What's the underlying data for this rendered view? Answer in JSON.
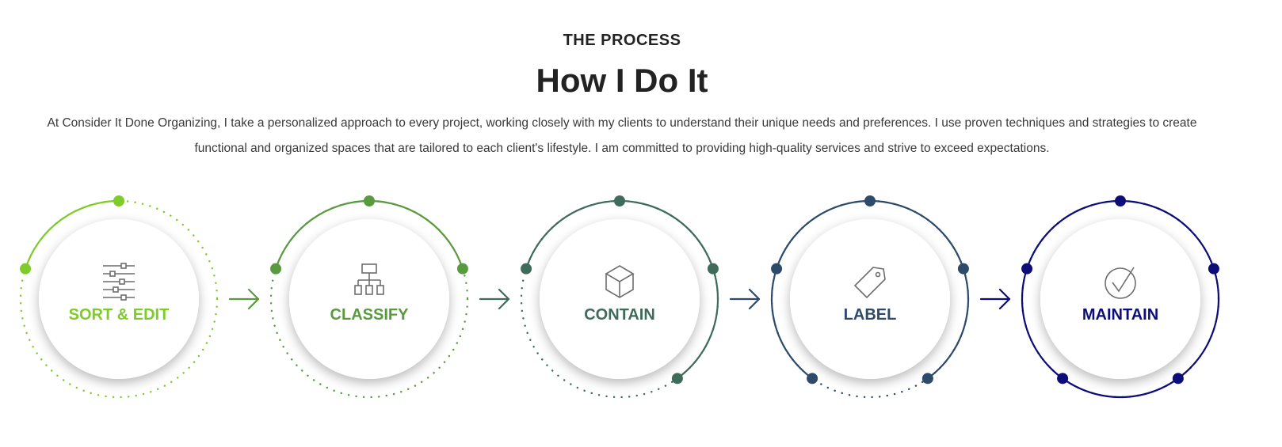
{
  "section": {
    "eyebrow": "THE PROCESS",
    "title": "How I Do It",
    "intro_line1": "At Consider It Done Organizing, I take a personalized approach to every project, working closely with my clients to understand their unique needs and preferences. I use proven techniques and strategies to create",
    "intro_line2": "functional and organized spaces that are tailored to each client's lifestyle. I am committed to providing high-quality services and strive to exceed expectations."
  },
  "steps": [
    {
      "label": "SORT & EDIT",
      "icon": "sliders-icon",
      "color": "#7ecb2a",
      "progress": 0.2
    },
    {
      "label": "CLASSIFY",
      "icon": "hierarchy-icon",
      "color": "#5a9a3e",
      "progress": 0.4
    },
    {
      "label": "CONTAIN",
      "icon": "box-icon",
      "color": "#3f6b5a",
      "progress": 0.6
    },
    {
      "label": "LABEL",
      "icon": "tag-icon",
      "color": "#2d4a6b",
      "progress": 0.8
    },
    {
      "label": "MAINTAIN",
      "icon": "check-circle-icon",
      "color": "#0d0d7a",
      "progress": 1.0
    }
  ]
}
